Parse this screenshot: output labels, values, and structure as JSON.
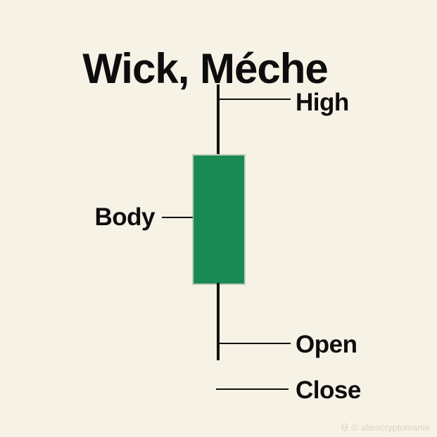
{
  "title": "Wick, Méche",
  "colors": {
    "background": "#f6f2e6",
    "candle-green": "#1a8a54",
    "candle-border": "#c9cbc0",
    "line-black": "#121212",
    "text-black": "#0d0d0d",
    "watermark-gray": "#d7d3c5"
  },
  "candlestick": {
    "high_label": "High",
    "body_label": "Body",
    "open_label": "Open",
    "close_label": "Close"
  },
  "watermark": {
    "text": "© aliencryptomanie"
  }
}
